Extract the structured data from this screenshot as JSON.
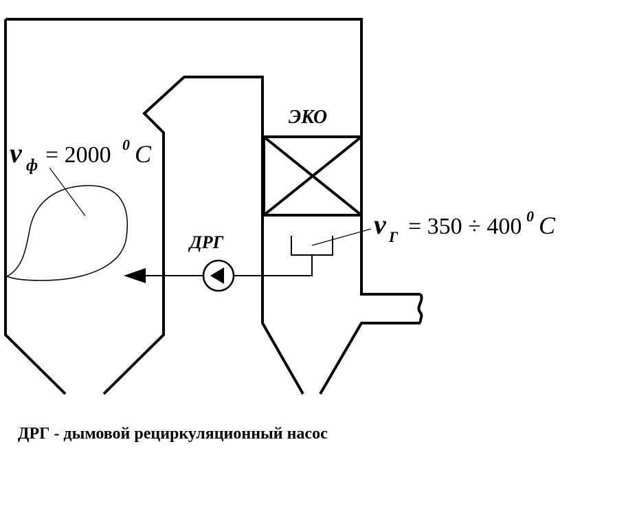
{
  "labels": {
    "eco": "ЭКО",
    "drg": "ДРГ",
    "flame_temp_symbol": "ν",
    "flame_temp_sub": "ф",
    "flame_temp_value": "= 2000",
    "flame_temp_sup": "0",
    "flame_temp_unit": "C",
    "gas_temp_symbol": "ν",
    "gas_temp_sub": "Г",
    "gas_temp_value": "= 350 ÷ 400",
    "gas_temp_sup": "0",
    "gas_temp_unit": "C"
  },
  "caption": "ДРГ - дымовой рециркуляционный насос"
}
